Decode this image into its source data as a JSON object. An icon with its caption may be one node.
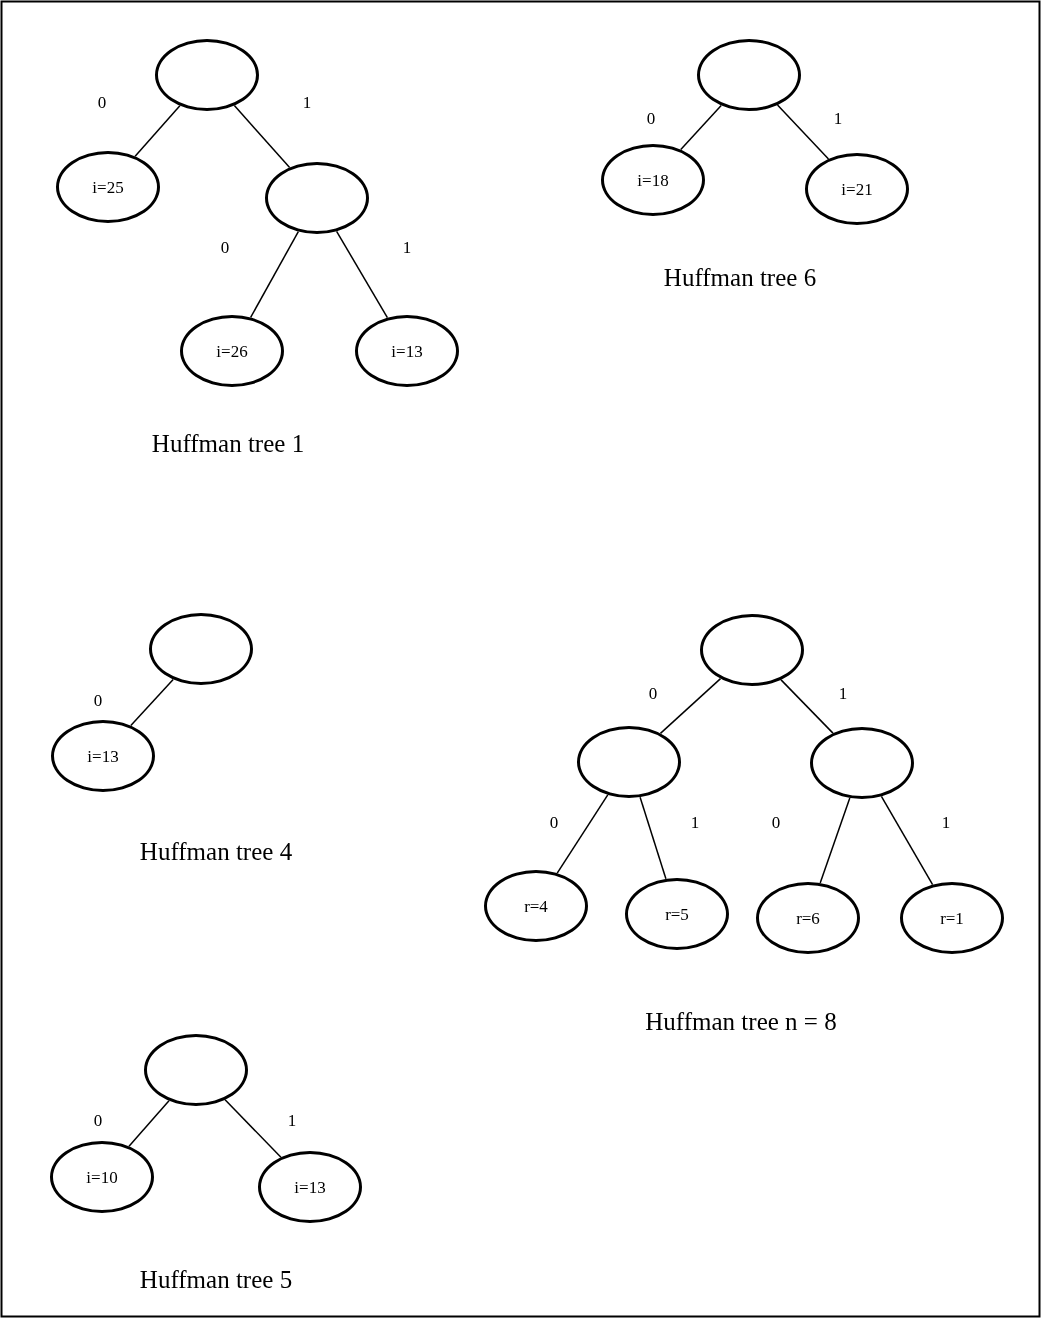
{
  "diagram": {
    "nodes": [
      {
        "text": [],
        "shape": "ellipse"
      },
      {
        "text": [
          "i=25"
        ]
      },
      {
        "text": [],
        "shape": "ellipse"
      },
      {
        "text": [
          "i=26"
        ]
      },
      {
        "text": [
          "i=13"
        ]
      },
      {
        "text": [],
        "shape": "ellipse"
      },
      {
        "text": [
          "i=18"
        ]
      },
      {
        "text": [
          "i=21"
        ]
      },
      {
        "text": [],
        "shape": "ellipse"
      },
      {
        "text": [
          "i=13"
        ]
      },
      {
        "text": [],
        "shape": "ellipse"
      },
      {
        "text": [],
        "shape": "ellipse"
      },
      {
        "text": [],
        "shape": "ellipse"
      },
      {
        "text": [
          "r=4"
        ]
      },
      {
        "text": [
          "r=5"
        ]
      },
      {
        "text": [
          "r=6"
        ]
      },
      {
        "text": [
          "r=1"
        ]
      },
      {
        "text": [],
        "shape": "ellipse"
      },
      {
        "text": [
          "i=10"
        ]
      },
      {
        "text": [
          "i=13"
        ]
      }
    ],
    "edges": [
      {
        "from": 0,
        "to": 1,
        "arrow": "none",
        "label": "0"
      },
      {
        "from": 0,
        "to": 2,
        "arrow": "none",
        "label": "1"
      },
      {
        "from": 2,
        "to": 3,
        "arrow": "none",
        "label": "0"
      },
      {
        "from": 2,
        "to": 4,
        "arrow": "none",
        "label": "1"
      },
      {
        "from": 5,
        "to": 6,
        "arrow": "none",
        "label": "0"
      },
      {
        "from": 5,
        "to": 7,
        "arrow": "none",
        "label": "1"
      },
      {
        "from": 8,
        "to": 9,
        "arrow": "none",
        "label": "0"
      },
      {
        "from": 10,
        "to": 11,
        "arrow": "none",
        "label": "0"
      },
      {
        "from": 10,
        "to": 12,
        "arrow": "none",
        "label": "1"
      },
      {
        "from": 11,
        "to": 13,
        "arrow": "none",
        "label": "0"
      },
      {
        "from": 11,
        "to": 14,
        "arrow": "none",
        "label": "1"
      },
      {
        "from": 12,
        "to": 15,
        "arrow": "none",
        "label": "0"
      },
      {
        "from": 12,
        "to": 16,
        "arrow": "none",
        "label": "1"
      },
      {
        "from": 17,
        "to": 18,
        "arrow": "none",
        "label": "0"
      },
      {
        "from": 17,
        "to": 19,
        "arrow": "none",
        "label": "1"
      }
    ],
    "labels": [
      "Huffman tree 6",
      "Huffman tree 1",
      "Huffman tree 4",
      "Huffman tree n = 8",
      "Huffman tree 5"
    ]
  }
}
